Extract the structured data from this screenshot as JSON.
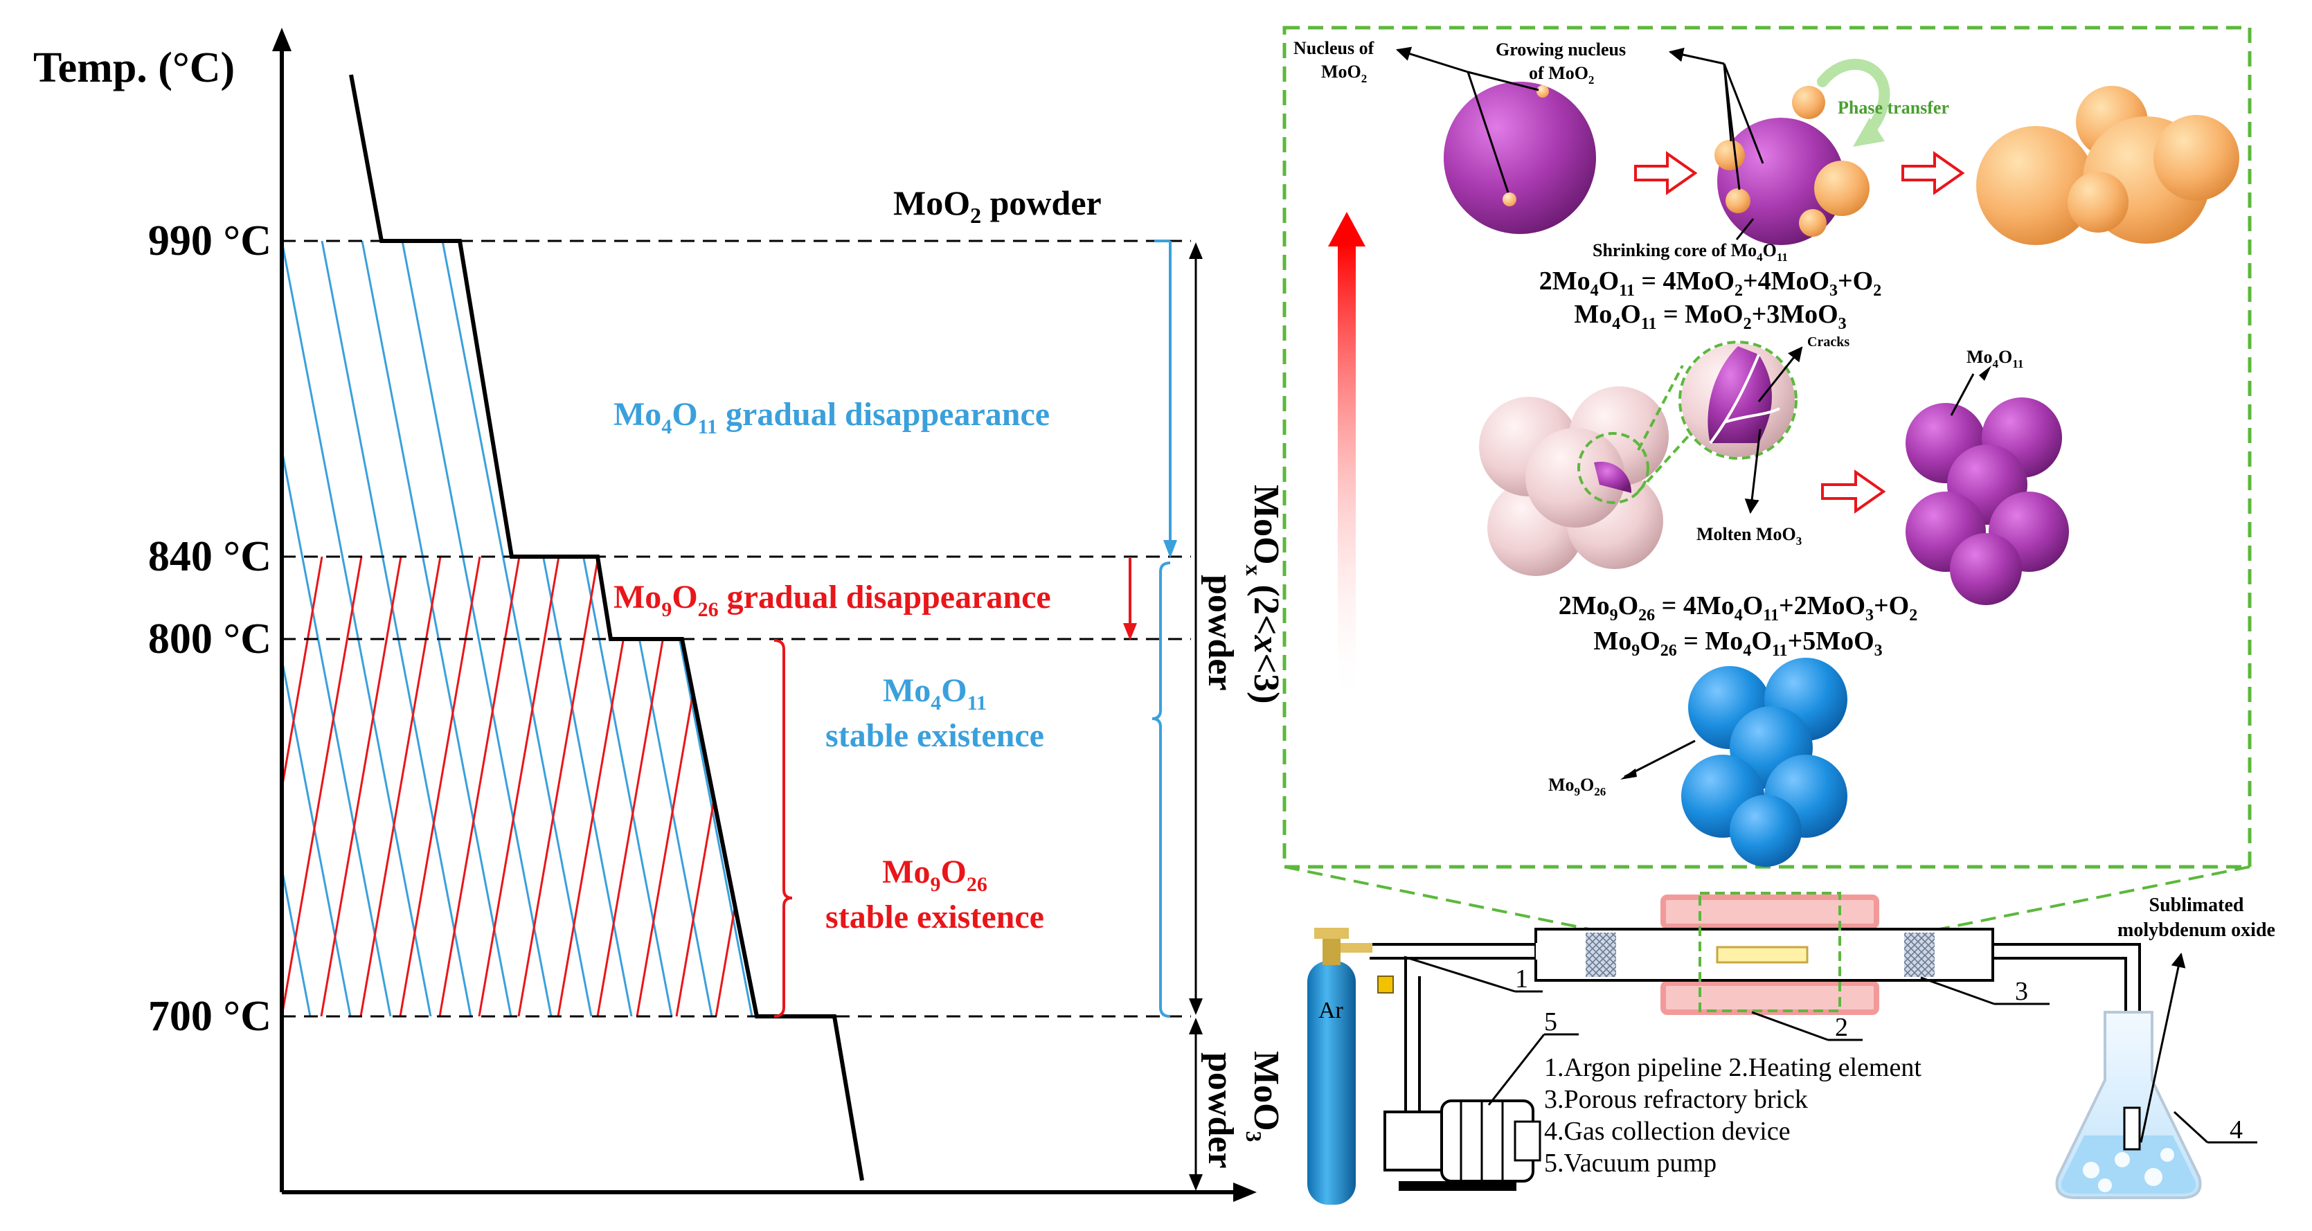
{
  "phase_diagram": {
    "y_axis_title": "Temp. (°C)",
    "temperatures": [
      {
        "label": "990 °C",
        "value": 990
      },
      {
        "label": "840 °C",
        "value": 840
      },
      {
        "label": "800 °C",
        "value": 800
      },
      {
        "label": "700 °C",
        "value": 700
      }
    ],
    "moo2_powder": {
      "main": "MoO",
      "sub": "2",
      "tail": " powder"
    },
    "mo4o11_disappearance": {
      "a": "Mo",
      "b": "4",
      "c": "O",
      "d": "11",
      "e": " gradual disappearance"
    },
    "mo9o26_disappearance": {
      "a": "Mo",
      "b": "9",
      "c": "O",
      "d": "26",
      "e": " gradual disappearance"
    },
    "mo4o11_stable": {
      "a": "Mo",
      "b": "4",
      "c": "O",
      "d": "11",
      "line2": "stable existence"
    },
    "mo9o26_stable": {
      "a": "Mo",
      "b": "9",
      "c": "O",
      "d": "26",
      "line2": "stable existence"
    },
    "moox_powder": {
      "a": "MoO",
      "b": "x",
      "c": " (2<",
      "d": "x",
      "e": "<3)",
      "line2": "powder"
    },
    "moo3_powder": {
      "a": "MoO",
      "b": "3",
      "line2": "powder"
    },
    "colors": {
      "blue": "#3aa0dc",
      "red": "#e8161a",
      "black": "#000000",
      "green_dash": "#5cb83c"
    }
  },
  "mechanism": {
    "nucleus_moo2": {
      "l1": "Nucleus of",
      "l2a": "MoO",
      "l2b": "2"
    },
    "growing_nucleus": {
      "l1": "Growing nucleus",
      "l2a": "of MoO",
      "l2b": "2"
    },
    "phase_transfer": "Phase transfer",
    "shrinking_core": {
      "a": "Shrinking core of Mo",
      "b": "4",
      "c": "O",
      "d": "11"
    },
    "eq1": {
      "t1": "2Mo",
      "s1": "4",
      "t2": "O",
      "s2": "11",
      "t3": " = 4MoO",
      "s3": "2",
      "t4": "+4MoO",
      "s4": "3",
      "t5": "+O",
      "s5": "2"
    },
    "eq2": {
      "t1": "Mo",
      "s1": "4",
      "t2": "O",
      "s2": "11",
      "t3": " = MoO",
      "s3": "2",
      "t4": "+3MoO",
      "s4": "3"
    },
    "cracks": "Cracks",
    "molten_moo3": {
      "a": "Molten MoO",
      "b": "3"
    },
    "mo4o11_label": {
      "a": "Mo",
      "b": "4",
      "c": "O",
      "d": "11"
    },
    "eq3": {
      "t1": "2Mo",
      "s1": "9",
      "t2": "O",
      "s2": "26",
      "t3": " = 4Mo",
      "s3": "4",
      "t4": "O",
      "s4": "11",
      "t5": "+2MoO",
      "s5": "3",
      "t6": "+O",
      "s6": "2"
    },
    "eq4": {
      "t1": "Mo",
      "s1": "9",
      "t2": "O",
      "s2": "26",
      "t3": " = Mo",
      "s3": "4",
      "t4": "O",
      "s4": "11",
      "t5": "+5MoO",
      "s5": "3"
    },
    "mo9o26_label": {
      "a": "Mo",
      "b": "9",
      "c": "O",
      "d": "26"
    },
    "colors": {
      "purple": "#a93ab0",
      "orange": "#f8b26a",
      "pink": "#f0d0d2",
      "blue": "#1c8fe0"
    }
  },
  "apparatus": {
    "ar_label": "Ar",
    "sublimated": {
      "l1": "Sublimated",
      "l2": "molybdenum oxide"
    },
    "callouts": [
      "1",
      "2",
      "3",
      "4",
      "5"
    ],
    "legend": [
      "1.Argon pipeline  2.Heating element",
      "3.Porous refractory brick",
      "4.Gas collection device",
      "5.Vacuum pump"
    ]
  }
}
